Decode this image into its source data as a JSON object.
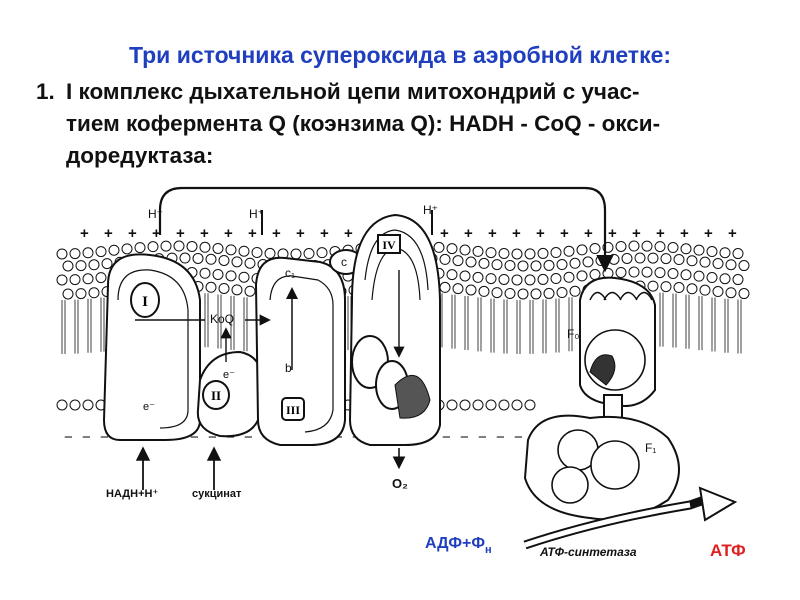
{
  "title": "Три источника супероксида в аэробной клетке:",
  "item": {
    "number": "1.",
    "lines": [
      "I комплекс дыхательной цепи митохондрий с учас-",
      "тием кофермента Q (коэнзима Q): НАDН - CoQ - окси-",
      "доредуктаза:"
    ]
  },
  "diagram": {
    "proton_labels": [
      "H⁺",
      "H⁺",
      "H⁺"
    ],
    "plus_sign": "+",
    "minus_sign": "−",
    "complex_I": "I",
    "complex_II": "II",
    "complex_III": "III",
    "complex_IV": "IV",
    "koq": "KoQ",
    "c": "c",
    "c1": "c₁",
    "b": "b",
    "e_minus_1": "e⁻",
    "e_minus_2": "e⁻",
    "f0": "F₀",
    "f1": "F₁",
    "nadh": "НАДН+Н⁺",
    "succinate": "сукцинат",
    "o2": "O₂",
    "adp": "АДФ+Ф",
    "adp_sub": "н",
    "synthase": "АТФ-синтетаза",
    "atp": "АТФ",
    "colors": {
      "blue": "#1f3fbf",
      "red": "#e02020",
      "ink": "#111111"
    }
  }
}
